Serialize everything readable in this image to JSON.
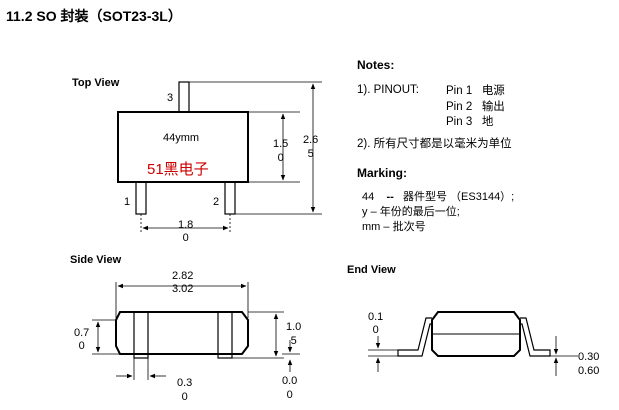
{
  "title": "11.2 SO 封装（SOT23-3L）",
  "top_view": {
    "label": "Top View",
    "marking": "44ymm",
    "watermark": "51黑电子",
    "pin_top": "3",
    "pin_left": "1",
    "pin_right": "2",
    "dim_height": [
      "1.5",
      "0"
    ],
    "dim_total_height": [
      "2.6",
      "5"
    ],
    "dim_width": [
      "1.8",
      "0"
    ]
  },
  "side_view": {
    "label": "Side View",
    "dim_length": [
      "2.82",
      "3.02"
    ],
    "dim_body_height": [
      "0.7",
      "0"
    ],
    "dim_total_height": [
      "1.0",
      "5"
    ],
    "dim_lead": [
      "0.3",
      "0"
    ],
    "dim_standoff": [
      "0.0",
      "0"
    ]
  },
  "end_view": {
    "label": "End View",
    "dim_lead_thickness": [
      "0.1",
      "0"
    ],
    "dim_offset": [
      "0.30",
      "0.60"
    ]
  },
  "notes": {
    "header": "Notes:",
    "pinout_label": "1). PINOUT:",
    "pins": [
      {
        "pin": "Pin 1",
        "func": "电源"
      },
      {
        "pin": "Pin 2",
        "func": "输出"
      },
      {
        "pin": "Pin 3",
        "func": "地"
      }
    ],
    "note2": "2). 所有尺寸都是以毫米为单位"
  },
  "marking": {
    "header": "Marking:",
    "lines": [
      {
        "code": "44",
        "sep": "--",
        "desc": "器件型号 （ES3144）;"
      },
      {
        "code": "y",
        "sep": "–",
        "desc": "年份的最后一位;"
      },
      {
        "code": "mm",
        "sep": "–",
        "desc": "批次号"
      }
    ]
  },
  "colors": {
    "watermark": "#cc0000",
    "line": "#000000"
  }
}
